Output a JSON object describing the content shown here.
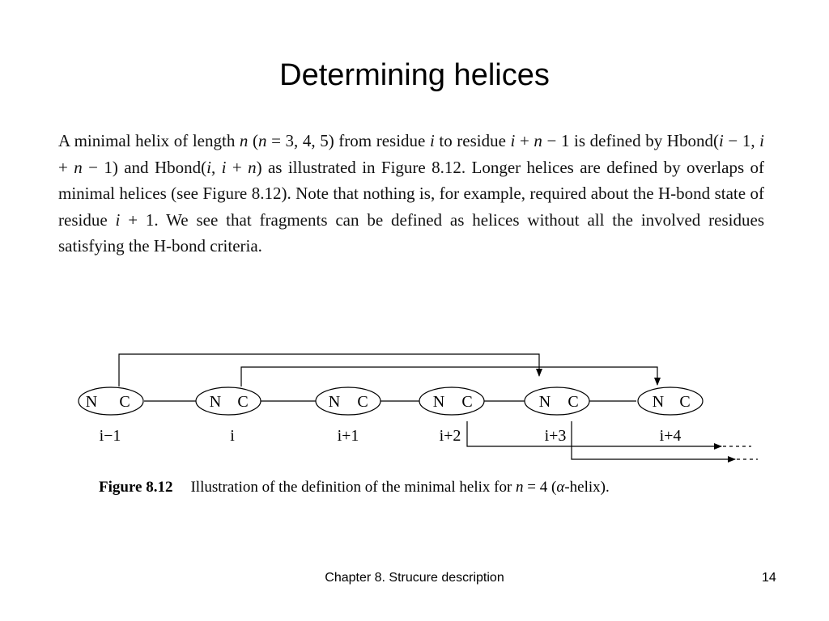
{
  "slide": {
    "title": "Determining helices"
  },
  "paragraph": {
    "s1a": "A minimal helix of length ",
    "s1b": "n",
    "s1c": " (",
    "s1d": "n",
    "s1e": " = 3, 4, 5) from residue ",
    "s1f": "i",
    "s1g": " to residue ",
    "s1h": "i",
    "s1i": " + ",
    "s1j": "n",
    "s1k": " − 1 is defined by Hbond(",
    "s1l": "i",
    "s1m": " − 1, ",
    "s1n": "i",
    "s1o": " + ",
    "s1p": "n",
    "s1q": " − 1) and Hbond(",
    "s1r": "i",
    "s1s": ", ",
    "s1t": "i",
    "s1u": " + ",
    "s1v": "n",
    "s1w": ") as illustrated in Figure 8.12. Longer helices are defined by overlaps of minimal helices (see Figure 8.12). Note that nothing is, for example, required about the H-bond state of residue ",
    "s1x": "i",
    "s1y": " + 1. We see that fragments can be defined as helices without all the involved residues satisfying the H-bond criteria."
  },
  "figure": {
    "node_n": "N",
    "node_c": "C",
    "residue_labels": [
      "i−1",
      "i",
      "i+1",
      "i+2",
      "i+3",
      "i+4"
    ],
    "caption": {
      "label": "Figure 8.12",
      "text_a": "Illustration of the definition of the minimal helix for ",
      "text_b": "n",
      "text_c": " = 4 (",
      "text_d": "α",
      "text_e": "-helix)."
    }
  },
  "footer": {
    "chapter": "Chapter 8. Strucure description",
    "page": "14"
  }
}
